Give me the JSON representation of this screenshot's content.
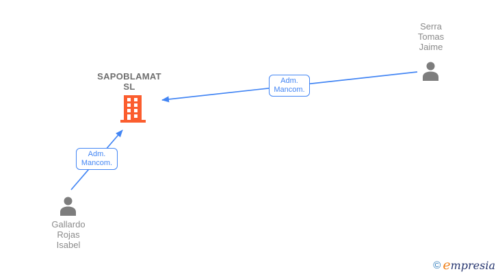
{
  "background": "#ffffff",
  "colors": {
    "edge_blue": "#4285f4",
    "edge_label_blue": "#4285f4",
    "company_icon_orange": "#fb5d2e",
    "person_icon_gray": "#7d7d7d",
    "person_name_gray": "#8a8a8a",
    "company_name_gray": "#6e6e6e",
    "logo_copyright_blue": "#2b79b9",
    "logo_e_orange": "#ef8019",
    "logo_text_navy": "#26356f"
  },
  "company": {
    "name_line1": "SAPOBLAMAT",
    "name_line2": "SL",
    "icon": "building-icon"
  },
  "persons": [
    {
      "line1": "Serra",
      "line2": "Tomas",
      "line3": "Jaime",
      "icon": "person-icon"
    },
    {
      "line1": "Gallardo",
      "line2": "Rojas",
      "line3": "Isabel",
      "icon": "person-icon"
    }
  ],
  "edges": [
    {
      "from": "Serra Tomas Jaime",
      "to": "SAPOBLAMAT SL",
      "label_line1": "Adm.",
      "label_line2": "Mancom."
    },
    {
      "from": "Gallardo Rojas Isabel",
      "to": "SAPOBLAMAT SL",
      "label_line1": "Adm.",
      "label_line2": "Mancom."
    }
  ],
  "logo": {
    "copyright": "©",
    "brand_e": "e",
    "brand_rest": "mpresia"
  }
}
